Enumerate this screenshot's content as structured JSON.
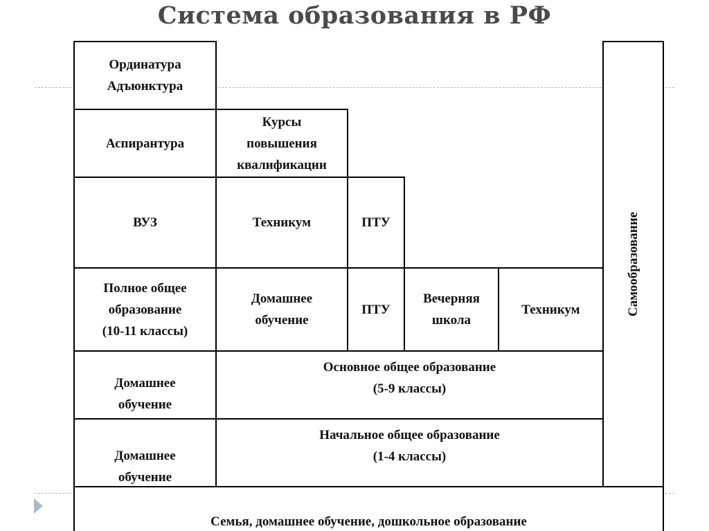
{
  "title": "Система образования в РФ",
  "cells": {
    "ordinatura": [
      "Ординатура",
      "Адъюнктура"
    ],
    "aspirantura": [
      "Аспирантура"
    ],
    "kursy": [
      "Курсы",
      "повышения",
      "квалификации"
    ],
    "vuz": [
      "ВУЗ"
    ],
    "tekhnikum_top": [
      "Техникум"
    ],
    "ptu_top": [
      "ПТУ"
    ],
    "polnoe": [
      "Полное общее",
      "образование",
      "(10-11 классы)"
    ],
    "domashnee_1": [
      "Домашнее",
      "обучение"
    ],
    "ptu_mid": [
      "ПТУ"
    ],
    "vechernyaya": [
      "Вечерняя",
      "школа"
    ],
    "tekhnikum_mid": [
      "Техникум"
    ],
    "domashnee_2": [
      "Домашнее",
      "обучение"
    ],
    "osnovnoe": [
      "Основное общее образование",
      "(5-9 классы)"
    ],
    "domashnee_3": [
      "Домашнее",
      "обучение"
    ],
    "nachalnoe": [
      "Начальное общее образование",
      "(1-4 классы)"
    ],
    "semya": [
      "Семья, домашнее обучение, дошкольное образование"
    ],
    "samoobrazovanie": "Самообразование"
  }
}
